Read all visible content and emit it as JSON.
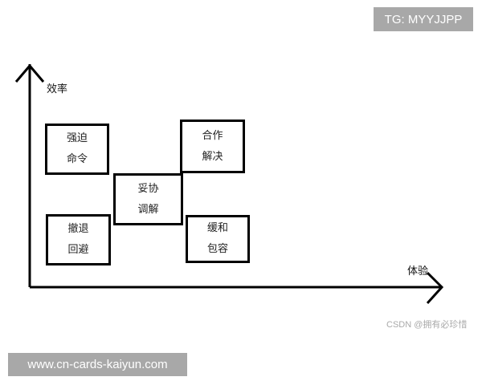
{
  "watermarks": {
    "tg": "TG: MYYJJPP",
    "site": "www.cn-cards-kaiyun.com",
    "csdn": "CSDN @拥有必珍惜"
  },
  "axes": {
    "y_label": "效率",
    "x_label": "体验"
  },
  "boxes": [
    {
      "id": "forcing",
      "line1": "强迫",
      "line2": "命令"
    },
    {
      "id": "collaborating",
      "line1": "合作",
      "line2": "解决"
    },
    {
      "id": "compromising",
      "line1": "妥协",
      "line2": "调解"
    },
    {
      "id": "avoiding",
      "line1": "撤退",
      "line2": "回避"
    },
    {
      "id": "accommodating",
      "line1": "缓和",
      "line2": "包容"
    }
  ]
}
